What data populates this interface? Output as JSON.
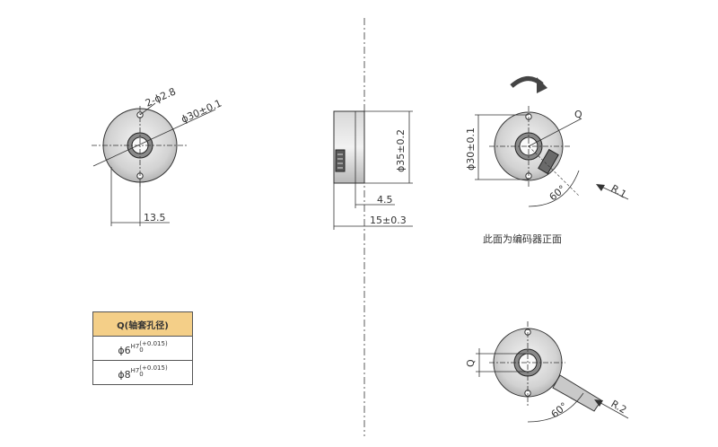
{
  "drawing": {
    "front_view": {
      "hole_label": "2-ϕ2.8",
      "outer_dia_label": "ϕ30±0.1",
      "offset_label": "13.5"
    },
    "side_view": {
      "height_label": "ϕ35±0.2",
      "thickness_label": "4.5",
      "length_label": "15±0.3"
    },
    "rear_view_top": {
      "dia_label": "ϕ30±0.1",
      "q_label": "Q",
      "angle_label": "60°",
      "radius_label": "R.1",
      "note": "此面为编码器正面"
    },
    "rear_view_bottom": {
      "q_label": "Q",
      "angle_label": "60°",
      "radius_label": "R.2"
    }
  },
  "q_table": {
    "header": "Q(轴套孔径)",
    "rows": [
      {
        "base": "ϕ6",
        "grade": "H7",
        "upper": "+0.015",
        "lower": "0"
      },
      {
        "base": "ϕ8",
        "grade": "H7",
        "upper": "+0.015",
        "lower": "0"
      }
    ]
  },
  "colors": {
    "line": "#333333",
    "body": "#cfcfcf",
    "table_header": "#f4cf88"
  }
}
